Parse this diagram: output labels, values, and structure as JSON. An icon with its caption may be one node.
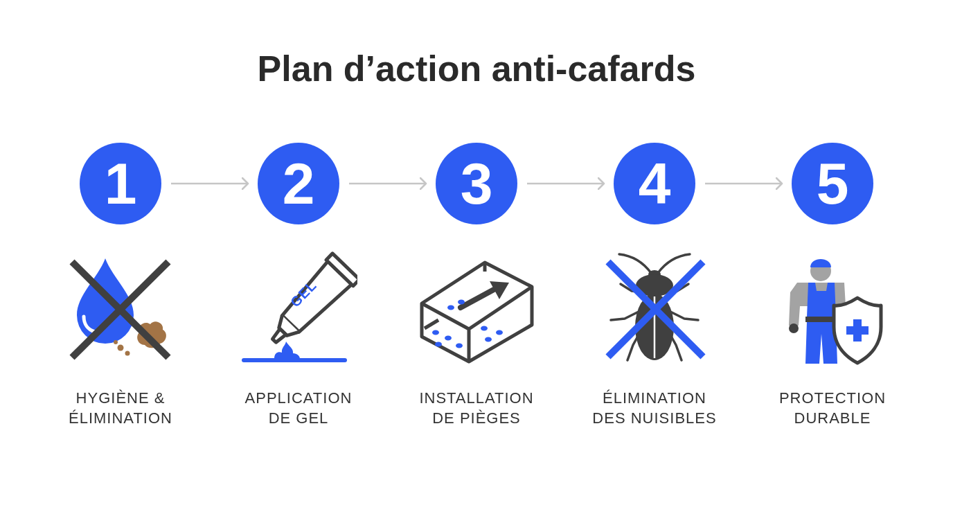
{
  "diagram": {
    "title": "Plan d’action anti-cafards",
    "nodes": [
      {
        "text": [
          "1"
        ]
      },
      {
        "text": [
          "2"
        ]
      },
      {
        "text": [
          "3"
        ]
      },
      {
        "text": [
          "4"
        ]
      },
      {
        "text": [
          "5"
        ]
      }
    ],
    "edges": [
      {
        "from": 0,
        "to": 1,
        "arrow": "to"
      },
      {
        "from": 1,
        "to": 2,
        "arrow": "to"
      },
      {
        "from": 2,
        "to": 3,
        "arrow": "to"
      },
      {
        "from": 3,
        "to": 4,
        "arrow": "to"
      }
    ],
    "labels": [
      "GEL",
      "HYGIÈNE & ÉLIMINATION",
      "APPLICATION DE GEL",
      "INSTALLATION DE PIÈGES",
      "ÉLIMINATION DES NUISIBLES",
      "PROTECTION DURABLE"
    ]
  }
}
